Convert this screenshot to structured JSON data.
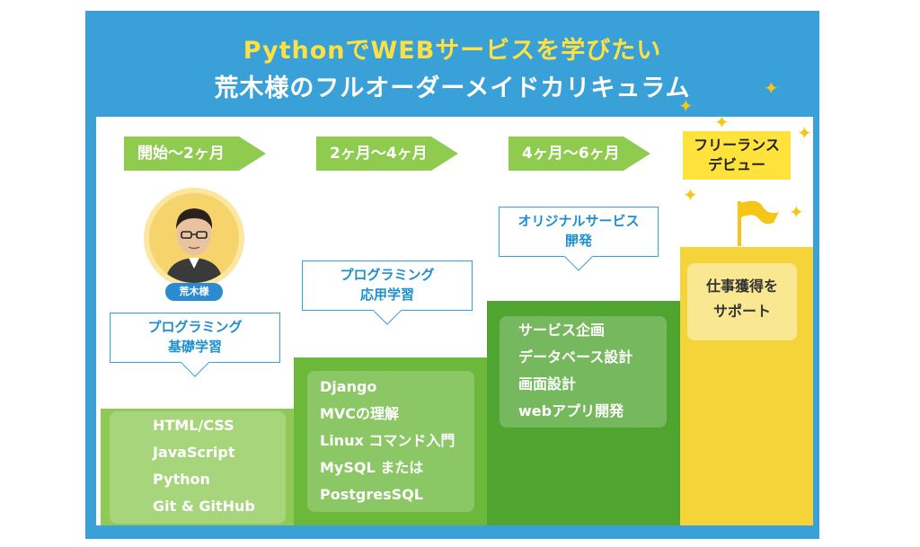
{
  "title": {
    "line1": "PythonでWEBサービスを学びたい",
    "line2": "荒木様のフルオーダーメイドカリキュラム"
  },
  "phases": [
    {
      "label": "開始〜2ヶ月"
    },
    {
      "label": "2ヶ月〜4ヶ月"
    },
    {
      "label": "4ヶ月〜6ヶ月"
    }
  ],
  "debut": "フリーランス\nデビュー",
  "callouts": [
    "プログラミング\n基礎学習",
    "プログラミング\n応用学習",
    "オリジナルサービス\n開発"
  ],
  "avatar_name": "荒木様",
  "steps": [
    {
      "items": [
        "HTML/CSS",
        "JavaScript",
        "Python",
        "Git & GitHub"
      ]
    },
    {
      "items": [
        "Django",
        "MVCの理解",
        "Linux コマンド入門",
        "MySQL または",
        "PostgresSQL"
      ]
    },
    {
      "items": [
        "サービス企画",
        "データベース設計",
        "画面設計",
        "webアプリ開発"
      ]
    }
  ],
  "support": "仕事獲得を\nサポート",
  "colors": {
    "frame": "#3aa1d8",
    "title_accent": "#ffe042",
    "step1": "#8fca56",
    "step2": "#6cb83a",
    "step3": "#4fa530",
    "step4": "#f5d43a"
  }
}
